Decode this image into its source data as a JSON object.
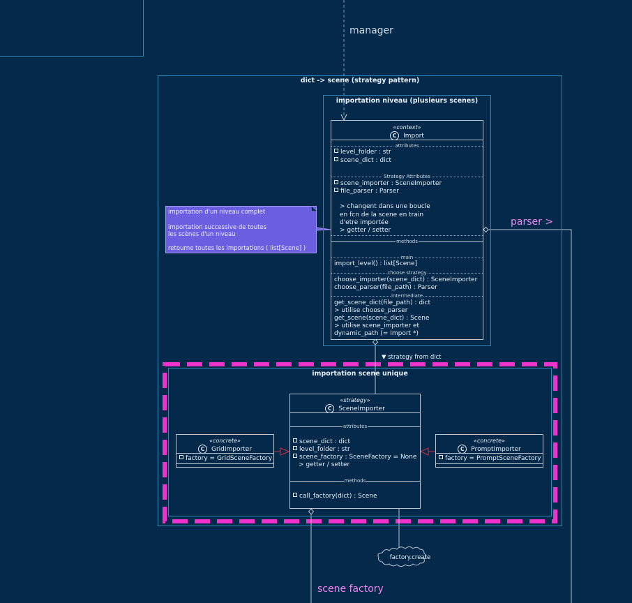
{
  "labels": {
    "manager": "manager",
    "parser": "parser >",
    "strategy_from_dict": "▼ strategy from dict",
    "scene_factory": "scene factory"
  },
  "packages": {
    "outer": "dict -> scene (strategy pattern)",
    "level": "importation niveau (plusieurs scenes)",
    "unique": "importation scene unique"
  },
  "import_class": {
    "stereotype": "«context»",
    "name": "Import",
    "sep_attributes": "attributes",
    "attr1": "level_folder : str",
    "attr2": "scene_dict : dict",
    "sep_strategy_attributes": "Strategy Attributes",
    "sattr1": "scene_importer : SceneImporter",
    "sattr2": "file_parser : Parser",
    "comment1": "> changent dans une boucle",
    "comment2": "en fcn de la scene en train",
    "comment3": "d'etre importée",
    "comment4": "> getter / setter",
    "sep_methods": "methods",
    "sep_main": "main",
    "m1": "import_level() : list[Scene]",
    "sep_choose": "choose strategy",
    "m2": "choose_importer(scene_dict) : SceneImporter",
    "m3": "choose_parser(file_path) : Parser",
    "sep_intermediate": "intermediate",
    "m4": "get_scene_dict(file_path) : dict",
    "m5": "> utilise choose_parser",
    "m6": "get_scene(scene_dict) : Scene",
    "m7": "> utilise scene_importer et",
    "m8": "dynamic_path (= Import *)"
  },
  "note": {
    "line1": "importation d'un niveau complet",
    "line2": "importation successive de toutes",
    "line3": "les scènes d'un niveau",
    "line4": "retourne toutes les importations ( list[Scene] )"
  },
  "scene_importer": {
    "stereotype": "«strategy»",
    "name": "SceneImporter",
    "sep_attributes": "attributes",
    "attr1": "scene_dict : dict",
    "attr2": "level_folder : str",
    "attr3": "scene_factory : SceneFactory = None",
    "attr4": "> getter / setter",
    "sep_methods": "methods",
    "m1": "call_factory(dict) : Scene"
  },
  "grid_importer": {
    "stereotype": "«concrete»",
    "name": "GridImporter",
    "attr1": "factory = GridSceneFactory"
  },
  "prompt_importer": {
    "stereotype": "«concrete»",
    "name": "PromptImporter",
    "attr1": "factory = PromptSceneFactory"
  },
  "cloud": {
    "label": "factory.create"
  },
  "colors": {
    "background": "#04294a",
    "package_border": "#2f86b8",
    "highlight_dash": "#ee33cc",
    "note_fill": "#6b5ee0",
    "link_label": "#ee88ee"
  }
}
